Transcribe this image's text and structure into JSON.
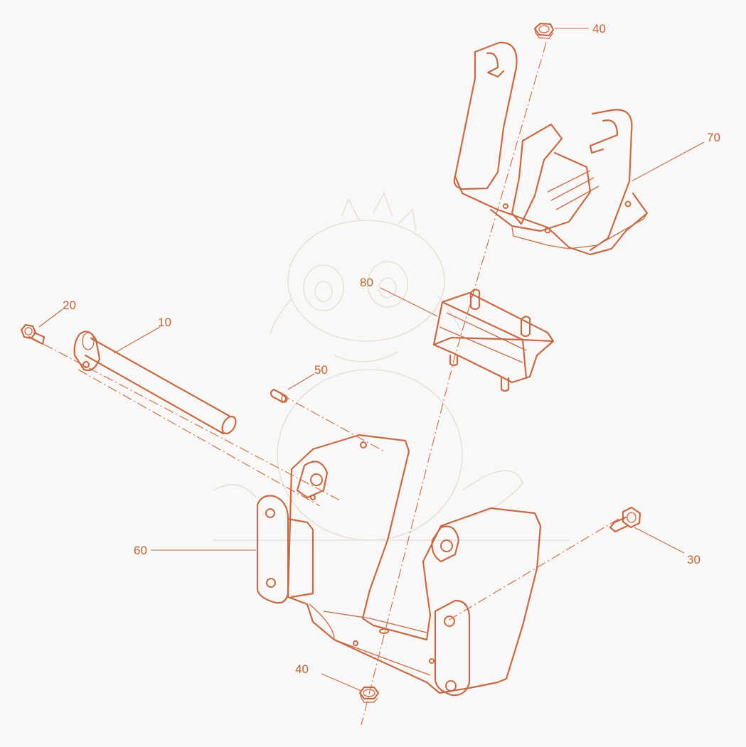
{
  "colors": {
    "line": "#c46a45",
    "text": "#bf6037",
    "background": "#faf8f6",
    "watermark": "#e4e1dd"
  },
  "callouts": {
    "part_10": "10",
    "part_20": "20",
    "part_30": "30",
    "part_40_top": "40",
    "part_40_bottom": "40",
    "part_50": "50",
    "part_60": "60",
    "part_70": "70",
    "part_80": "80"
  }
}
